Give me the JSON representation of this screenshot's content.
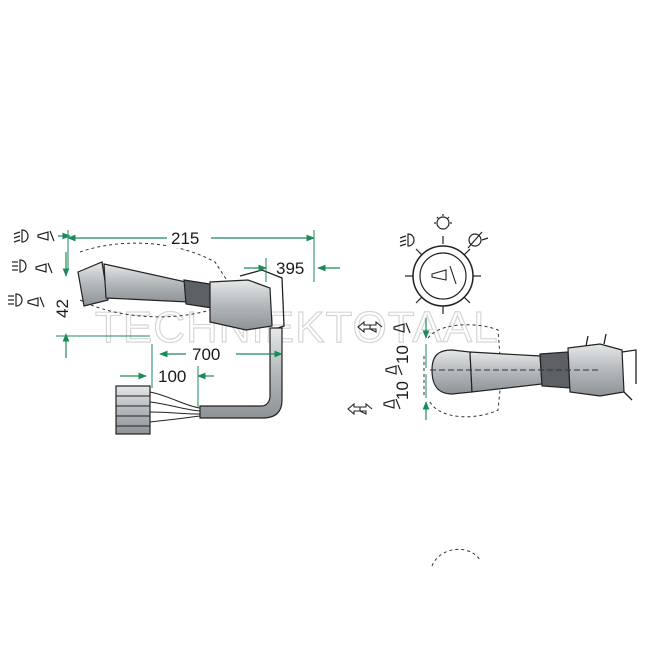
{
  "watermark": "TECHNIEKTOTAAL",
  "left_view": {
    "dimensions": {
      "d215": "215",
      "d395": "395",
      "d42": "42",
      "d700": "700",
      "d100": "100"
    }
  },
  "right_view": {
    "dimensions": {
      "d10_top": "10",
      "d10_bottom": "10"
    }
  },
  "colors": {
    "dimension_line": "#1a8a5a",
    "part_fill": "#bfc3c6",
    "outline": "#1a1a1a",
    "background": "#ffffff"
  },
  "icons": [
    "low-beam-icon",
    "high-beam-icon",
    "flash-beam-icon",
    "horn-icon",
    "wiper-icon",
    "washer-icon",
    "switch-dial-icon"
  ]
}
